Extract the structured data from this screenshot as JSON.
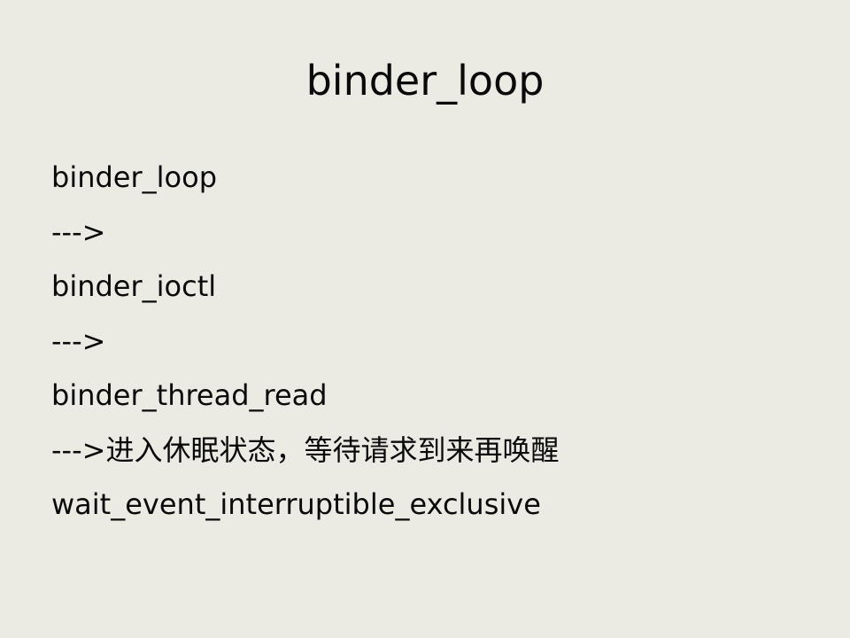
{
  "slide": {
    "title": "binder_loop",
    "lines": [
      "binder_loop",
      "--->",
      "binder_ioctl",
      "--->",
      "binder_thread_read",
      "--->进入休眠状态，等待请求到来再唤醒",
      "wait_event_interruptible_exclusive"
    ]
  },
  "colors": {
    "background": "#ecebe3",
    "text": "#0a0a0a"
  }
}
